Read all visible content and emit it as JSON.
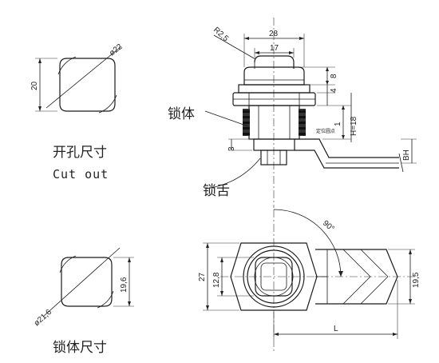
{
  "labels": {
    "cutout_cn": "开孔尺寸",
    "cutout_en": "Cut out",
    "lock_body_cn": "锁体",
    "lock_tongue_cn": "锁舌",
    "lock_body_size_cn": "锁体尺寸",
    "position_point_cn": "定位圆点"
  },
  "dimensions": {
    "cutout_height": "20",
    "cutout_diameter": "ø22",
    "body_height": "19,6",
    "body_diameter": "ø21,6",
    "radius": "R2,5",
    "width_28": "28",
    "width_17": "17",
    "d8": "8",
    "d4": "4",
    "d1": "1",
    "h18": "H=18",
    "d3": "3",
    "bh": "BH",
    "angle": "90°",
    "d27": "27",
    "d12_8": "12,8",
    "d19_5": "19,5",
    "len_l": "L"
  }
}
